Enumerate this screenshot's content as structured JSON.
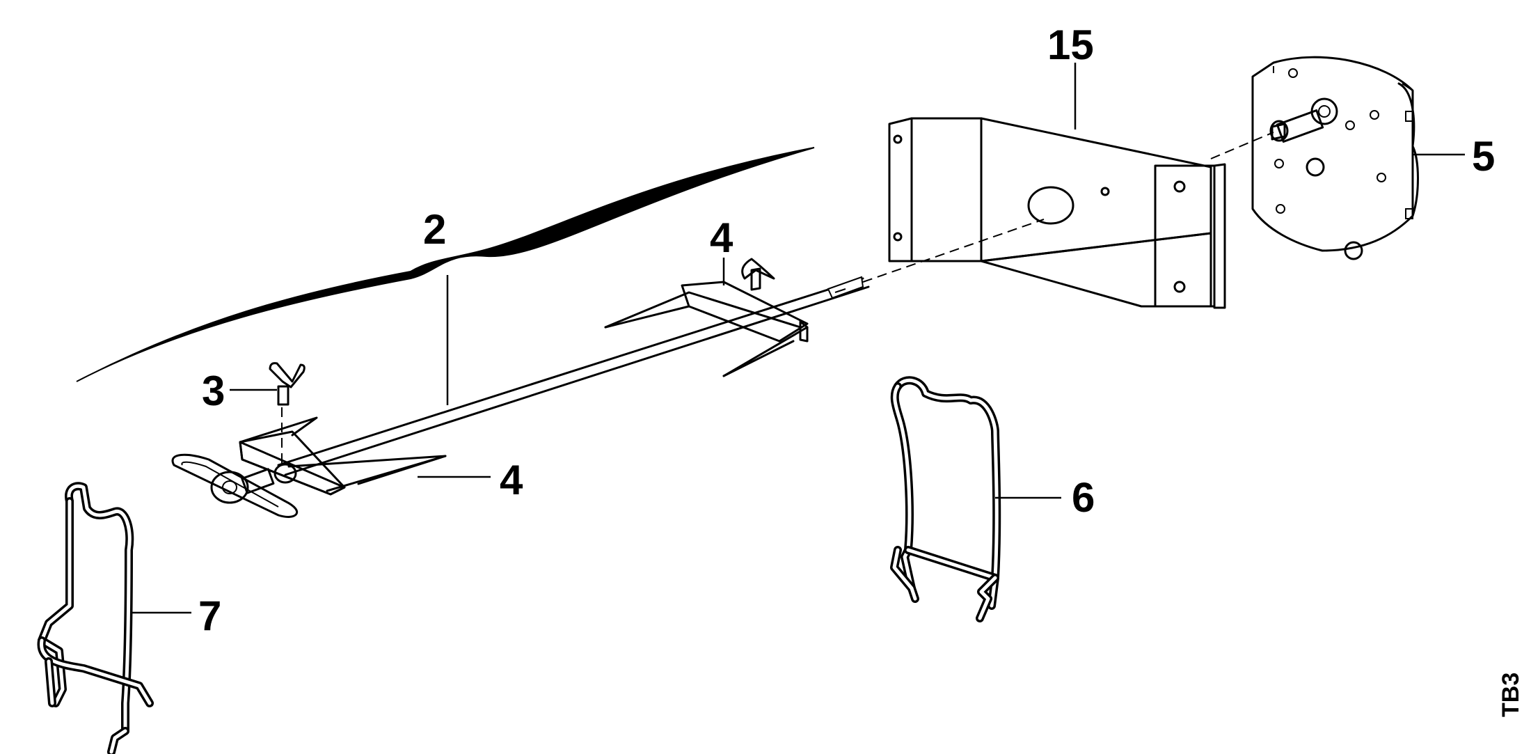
{
  "diagram": {
    "labels": {
      "spit_rod": "2",
      "wing_screw": "3",
      "fork_front": "4",
      "fork_rear": "4",
      "motor": "5",
      "rack_right": "6",
      "rack_left": "7",
      "bracket": "15"
    },
    "corner_code": "TB3"
  }
}
